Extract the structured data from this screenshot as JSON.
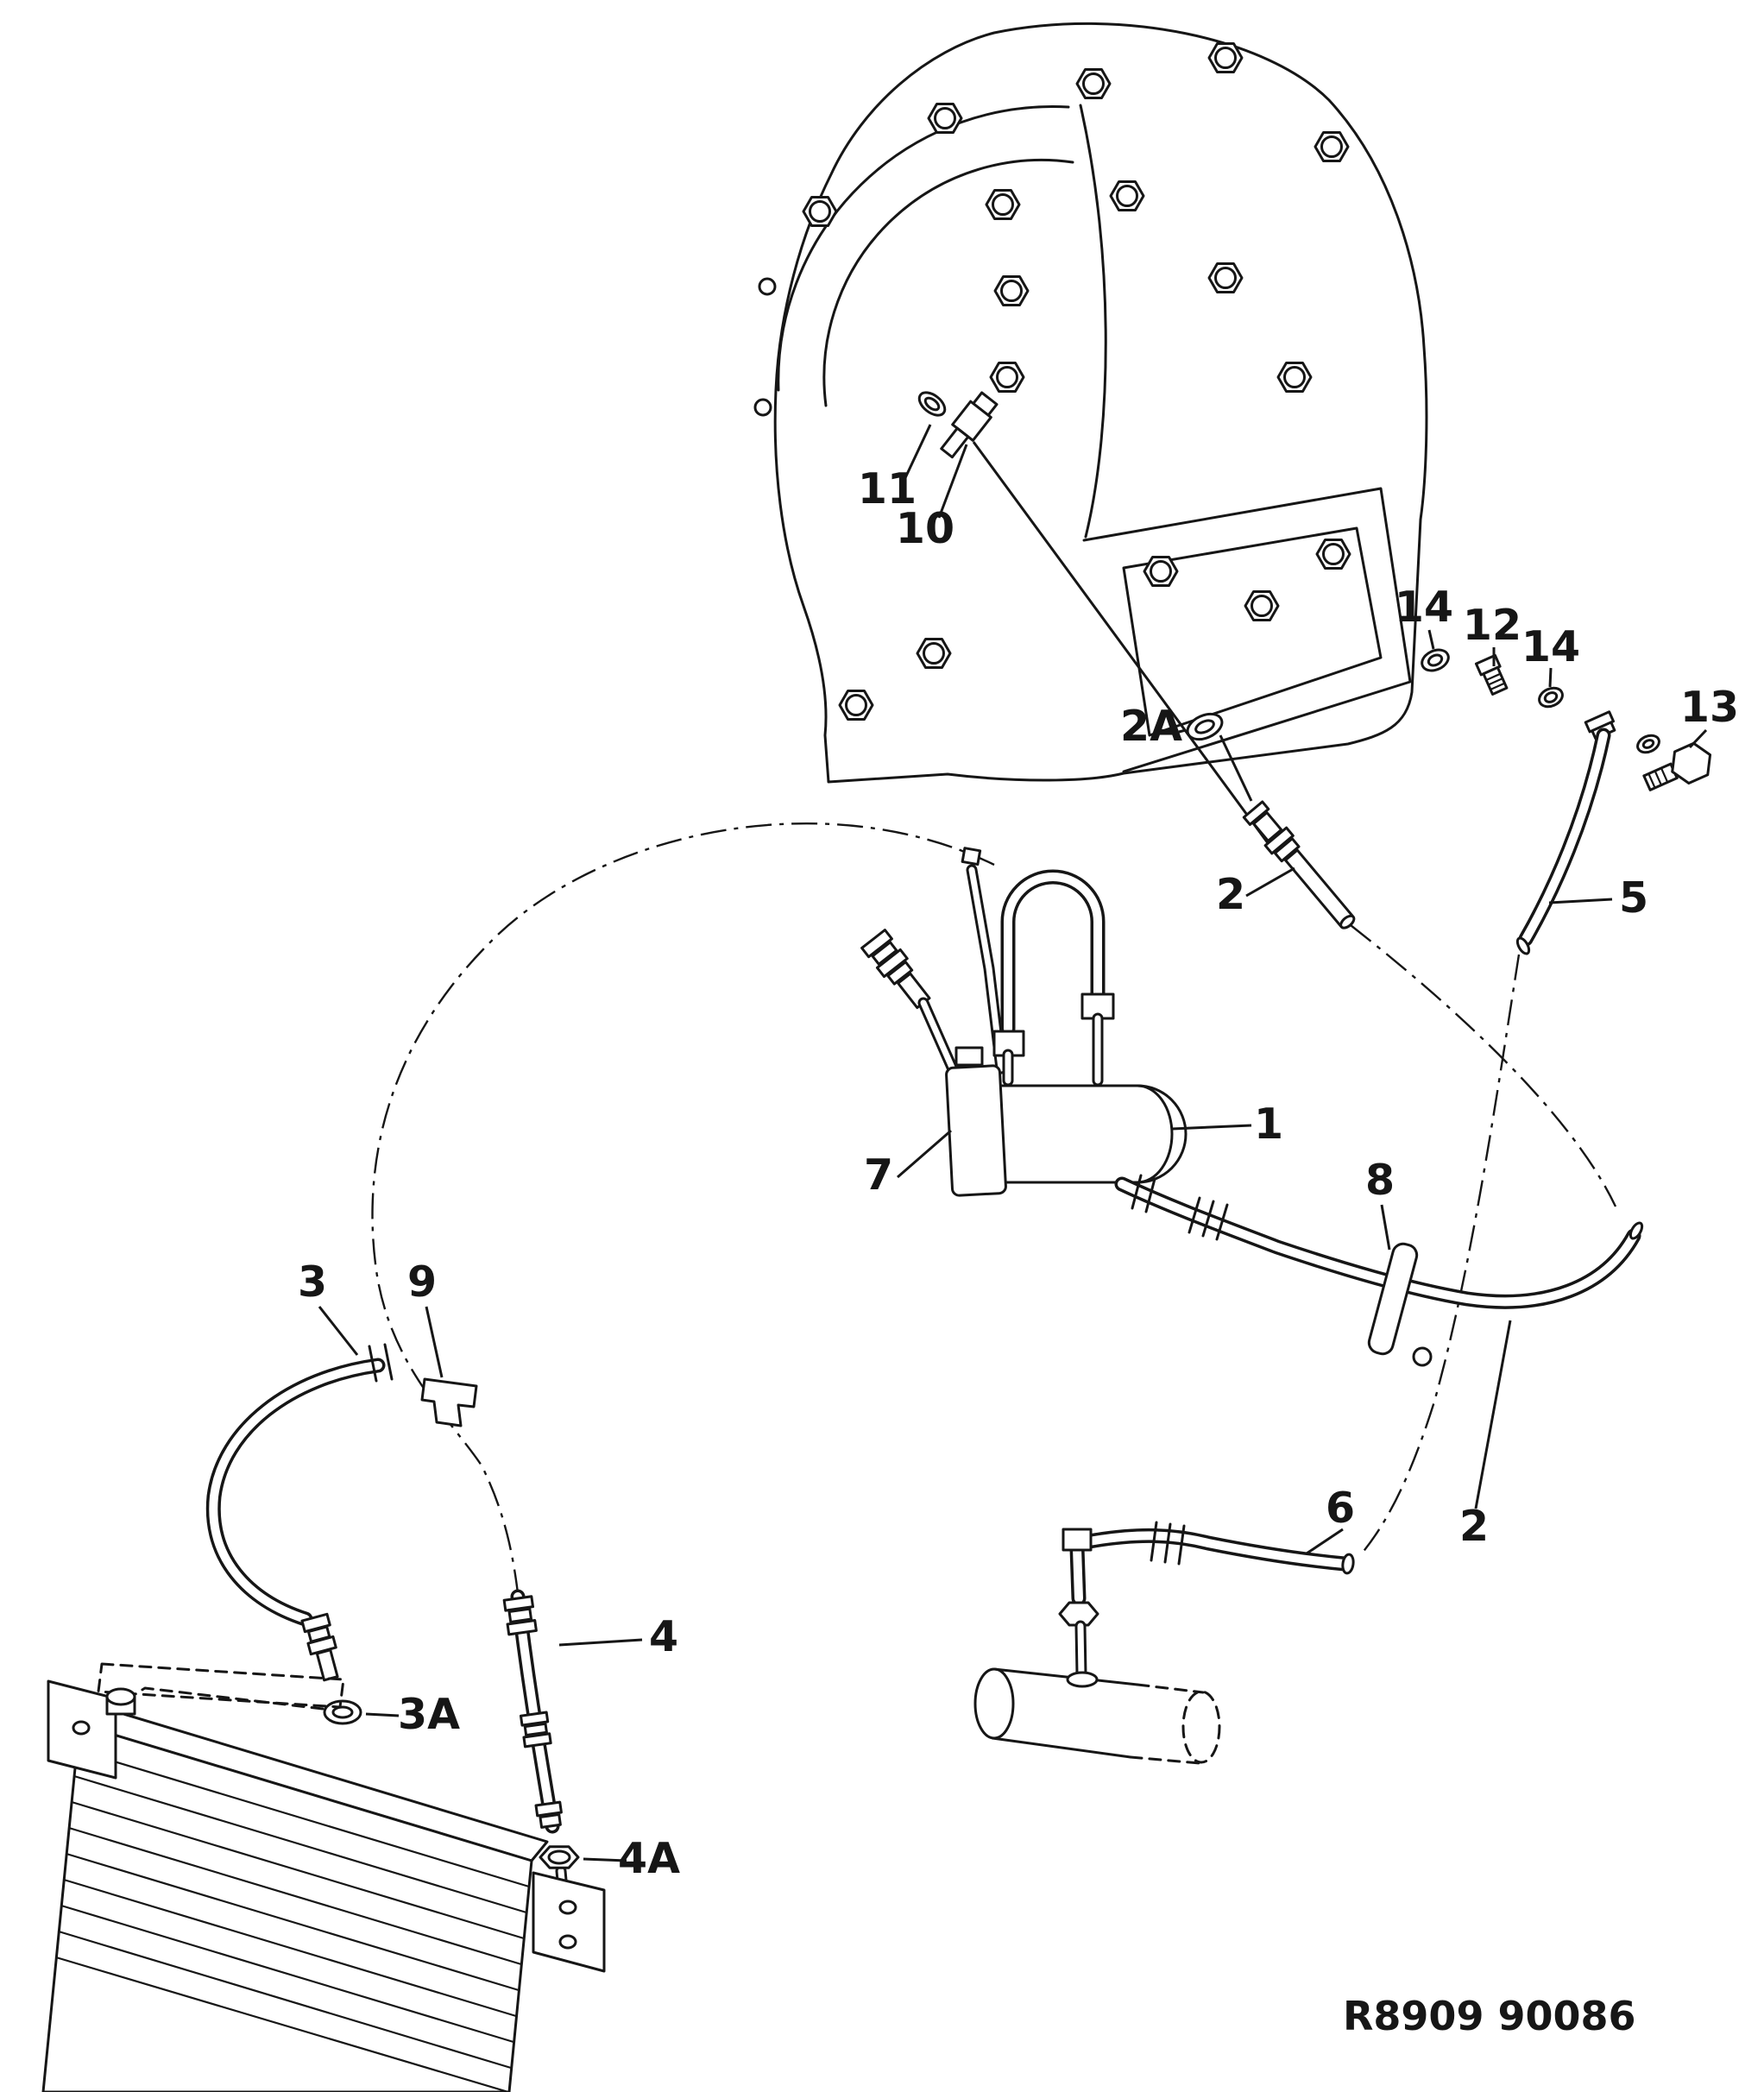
{
  "figure": {
    "kind": "exploded-parts-diagram",
    "reference_code": "R8909 90086",
    "colors": {
      "ink": "#161616",
      "paper": "#ffffff"
    },
    "callouts": [
      {
        "key": "11",
        "label": "11"
      },
      {
        "key": "10",
        "label": "10"
      },
      {
        "key": "2A",
        "label": "2A"
      },
      {
        "key": "2-upper",
        "label": "2"
      },
      {
        "key": "14-left",
        "label": "14"
      },
      {
        "key": "12",
        "label": "12"
      },
      {
        "key": "14-right",
        "label": "14"
      },
      {
        "key": "13",
        "label": "13"
      },
      {
        "key": "5",
        "label": "5"
      },
      {
        "key": "1",
        "label": "1"
      },
      {
        "key": "7",
        "label": "7"
      },
      {
        "key": "8",
        "label": "8"
      },
      {
        "key": "2-lower",
        "label": "2"
      },
      {
        "key": "6",
        "label": "6"
      },
      {
        "key": "3",
        "label": "3"
      },
      {
        "key": "9",
        "label": "9"
      },
      {
        "key": "3A",
        "label": "3A"
      },
      {
        "key": "4",
        "label": "4"
      },
      {
        "key": "4A",
        "label": "4A"
      }
    ]
  }
}
